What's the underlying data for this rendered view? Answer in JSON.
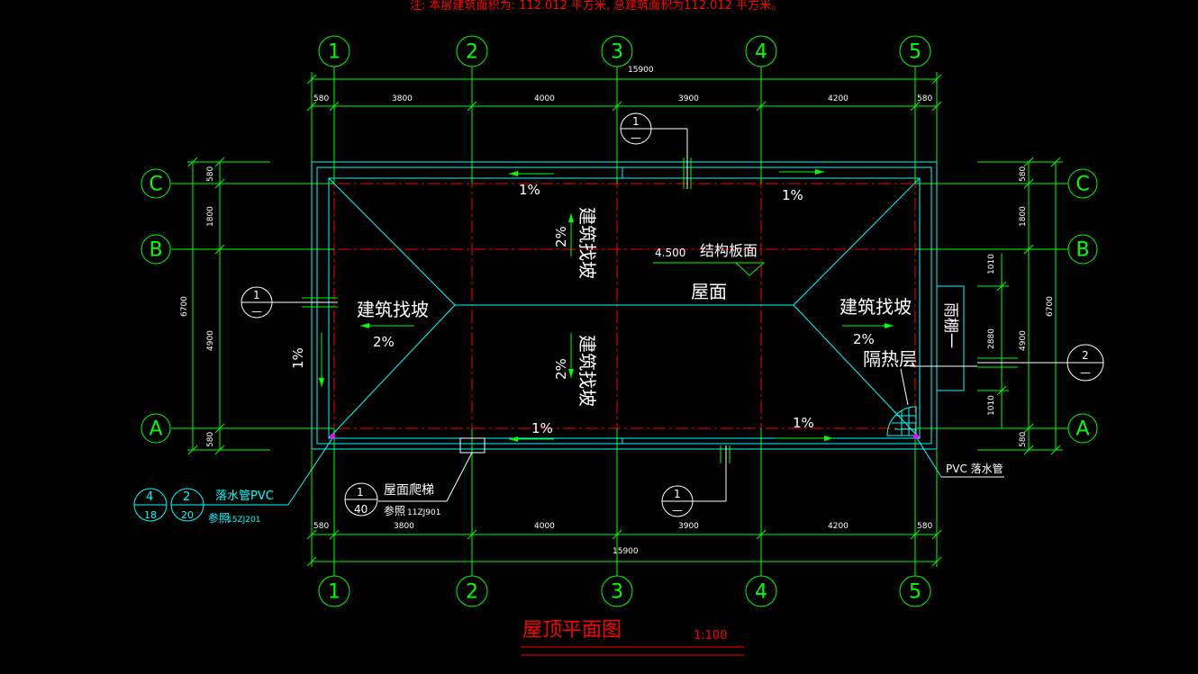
{
  "note": "注: 本层建筑面积为: 112.012      平方米, 总建筑面积为112.012      平方米。",
  "title": "屋顶平面图",
  "scale": "1:100",
  "axes": {
    "columns": [
      "1",
      "2",
      "3",
      "4",
      "5"
    ],
    "rows": [
      "C",
      "B",
      "A"
    ]
  },
  "dims": {
    "overall": "15900",
    "top_segments": [
      "580",
      "3800",
      "4000",
      "3900",
      "4200",
      "580"
    ],
    "bottom_segments": [
      "580",
      "3800",
      "4000",
      "3900",
      "4200",
      "580"
    ],
    "left_segments": [
      "580",
      "1800",
      "4900",
      "580"
    ],
    "left_total": "6700",
    "right_segments": [
      "580",
      "1800",
      "4900",
      "580"
    ],
    "right_total": "6700",
    "canopy_segments": [
      "1010",
      "2880",
      "1010"
    ]
  },
  "labels": {
    "slope_1pct": "1%",
    "slope_2pct": "2%",
    "build_slope": "建筑找坡",
    "elevation": "4.500",
    "structure_face": "结构板面",
    "roof_face": "屋面",
    "canopy": "雨棚一",
    "insulation": "隔热层",
    "pvc_downpipe": "PVC 落水管",
    "downpipe_pvc": "落水管PVC",
    "see_ref": "参照",
    "std_ref_1": "15ZJ201",
    "ladder": "屋面爬梯",
    "std_ref_2": "11ZJ901"
  },
  "callouts": {
    "sec1_num": "1",
    "sec1_sheet": "—",
    "sec2_num": "2",
    "sec2_sheet": "—",
    "detail_a_num": "4",
    "detail_a_sheet": "18",
    "detail_b_num": "2",
    "detail_b_sheet": "20",
    "ladder_num": "1",
    "ladder_sheet": "40"
  }
}
